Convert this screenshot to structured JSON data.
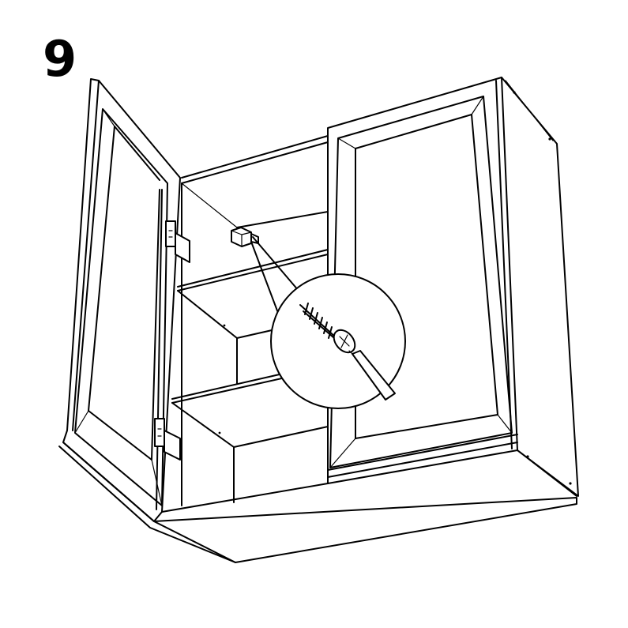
{
  "step": {
    "number": "9"
  },
  "illustration": {
    "subject": "cabinet-with-two-doors",
    "detail_callout": "screw-and-screwdriver",
    "line_color": "#000000",
    "background_color": "#ffffff"
  }
}
